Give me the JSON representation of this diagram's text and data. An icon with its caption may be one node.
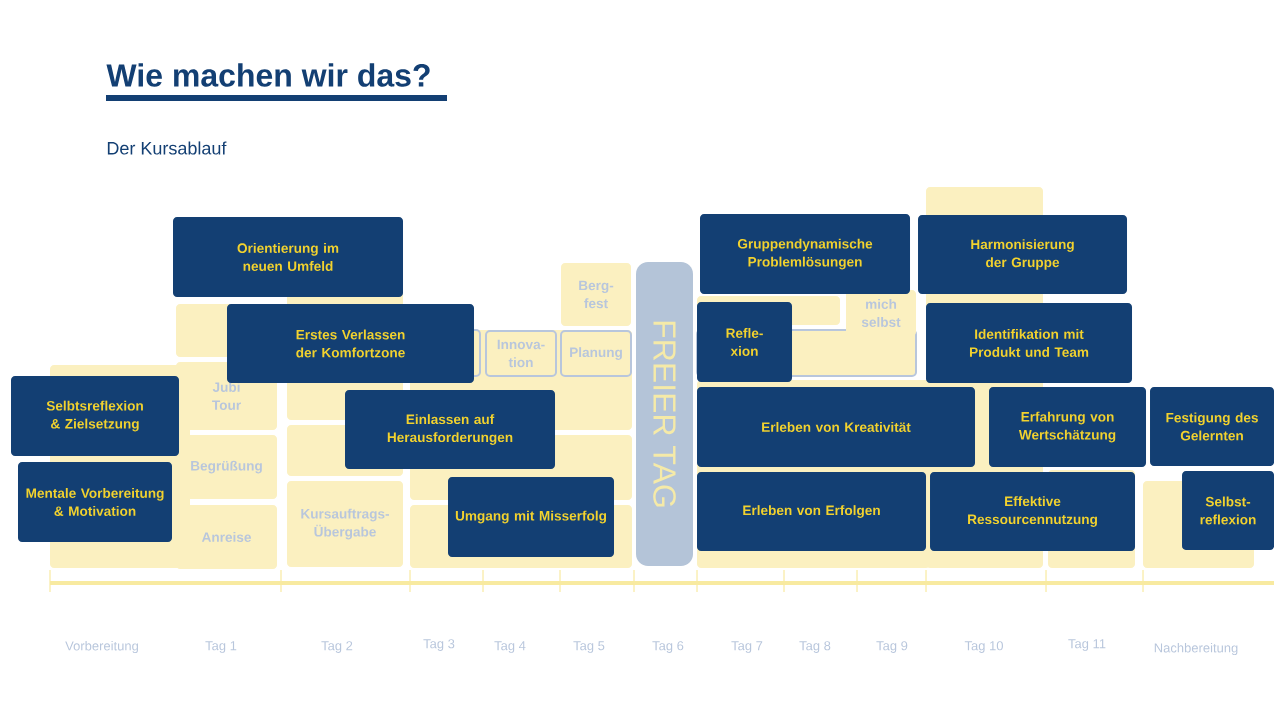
{
  "diagram": {
    "title": "Wie machen wir das?",
    "nodes": [
      {
        "text": [
          "Berg- fest"
        ]
      },
      {
        "text": [
          "Innova- tion"
        ]
      },
      {
        "text": [
          "Planung"
        ]
      },
      {
        "text": [
          "Jubi Tour"
        ]
      },
      {
        "text": [
          "Begrüßung"
        ]
      },
      {
        "text": [
          "Anreise"
        ]
      },
      {
        "text": [
          "Kursauftrags- Übergabe"
        ]
      },
      {
        "text": [
          "mich selbst"
        ]
      },
      {
        "text": [
          "FREIER TAG"
        ]
      },
      {
        "text": [
          "Orientierung im neuen Umfeld"
        ]
      },
      {
        "text": [
          "Gruppendynamische Problemlösungen"
        ]
      },
      {
        "text": [
          "Harmonisierung der Gruppe"
        ]
      },
      {
        "text": [
          "Erstes Verlassen der Komfortzone"
        ]
      },
      {
        "text": [
          "Refle- xion"
        ]
      },
      {
        "text": [
          "Identifikation mit Produkt und Team"
        ]
      },
      {
        "text": [
          "Selbtsreflexion & Zielsetzung"
        ]
      },
      {
        "text": [
          "Einlassen auf Herausforderungen"
        ]
      },
      {
        "text": [
          "Erleben von Kreativität"
        ]
      },
      {
        "text": [
          "Erfahrung von Wertschätzung"
        ]
      },
      {
        "text": [
          "Festigung des Gelernten"
        ]
      },
      {
        "text": [
          "Mentale Vorbereitung & Motivation"
        ]
      },
      {
        "text": [
          "Umgang mit Misserfolg"
        ]
      },
      {
        "text": [
          "Erleben von Erfolgen"
        ]
      },
      {
        "text": [
          "Effektive Ressourcennutzung"
        ]
      },
      {
        "text": [
          "Selbst- reflexion"
        ]
      }
    ],
    "labels": [
      "Der Kursablauf",
      "Vorbereitung",
      "Tag 1",
      "Tag 2",
      "Tag 3",
      "Tag 4",
      "Tag 5",
      "Tag 6",
      "Tag 7",
      "Tag 8",
      "Tag 9",
      "Tag 10",
      "Tag 11",
      "Nachbereitung"
    ]
  }
}
